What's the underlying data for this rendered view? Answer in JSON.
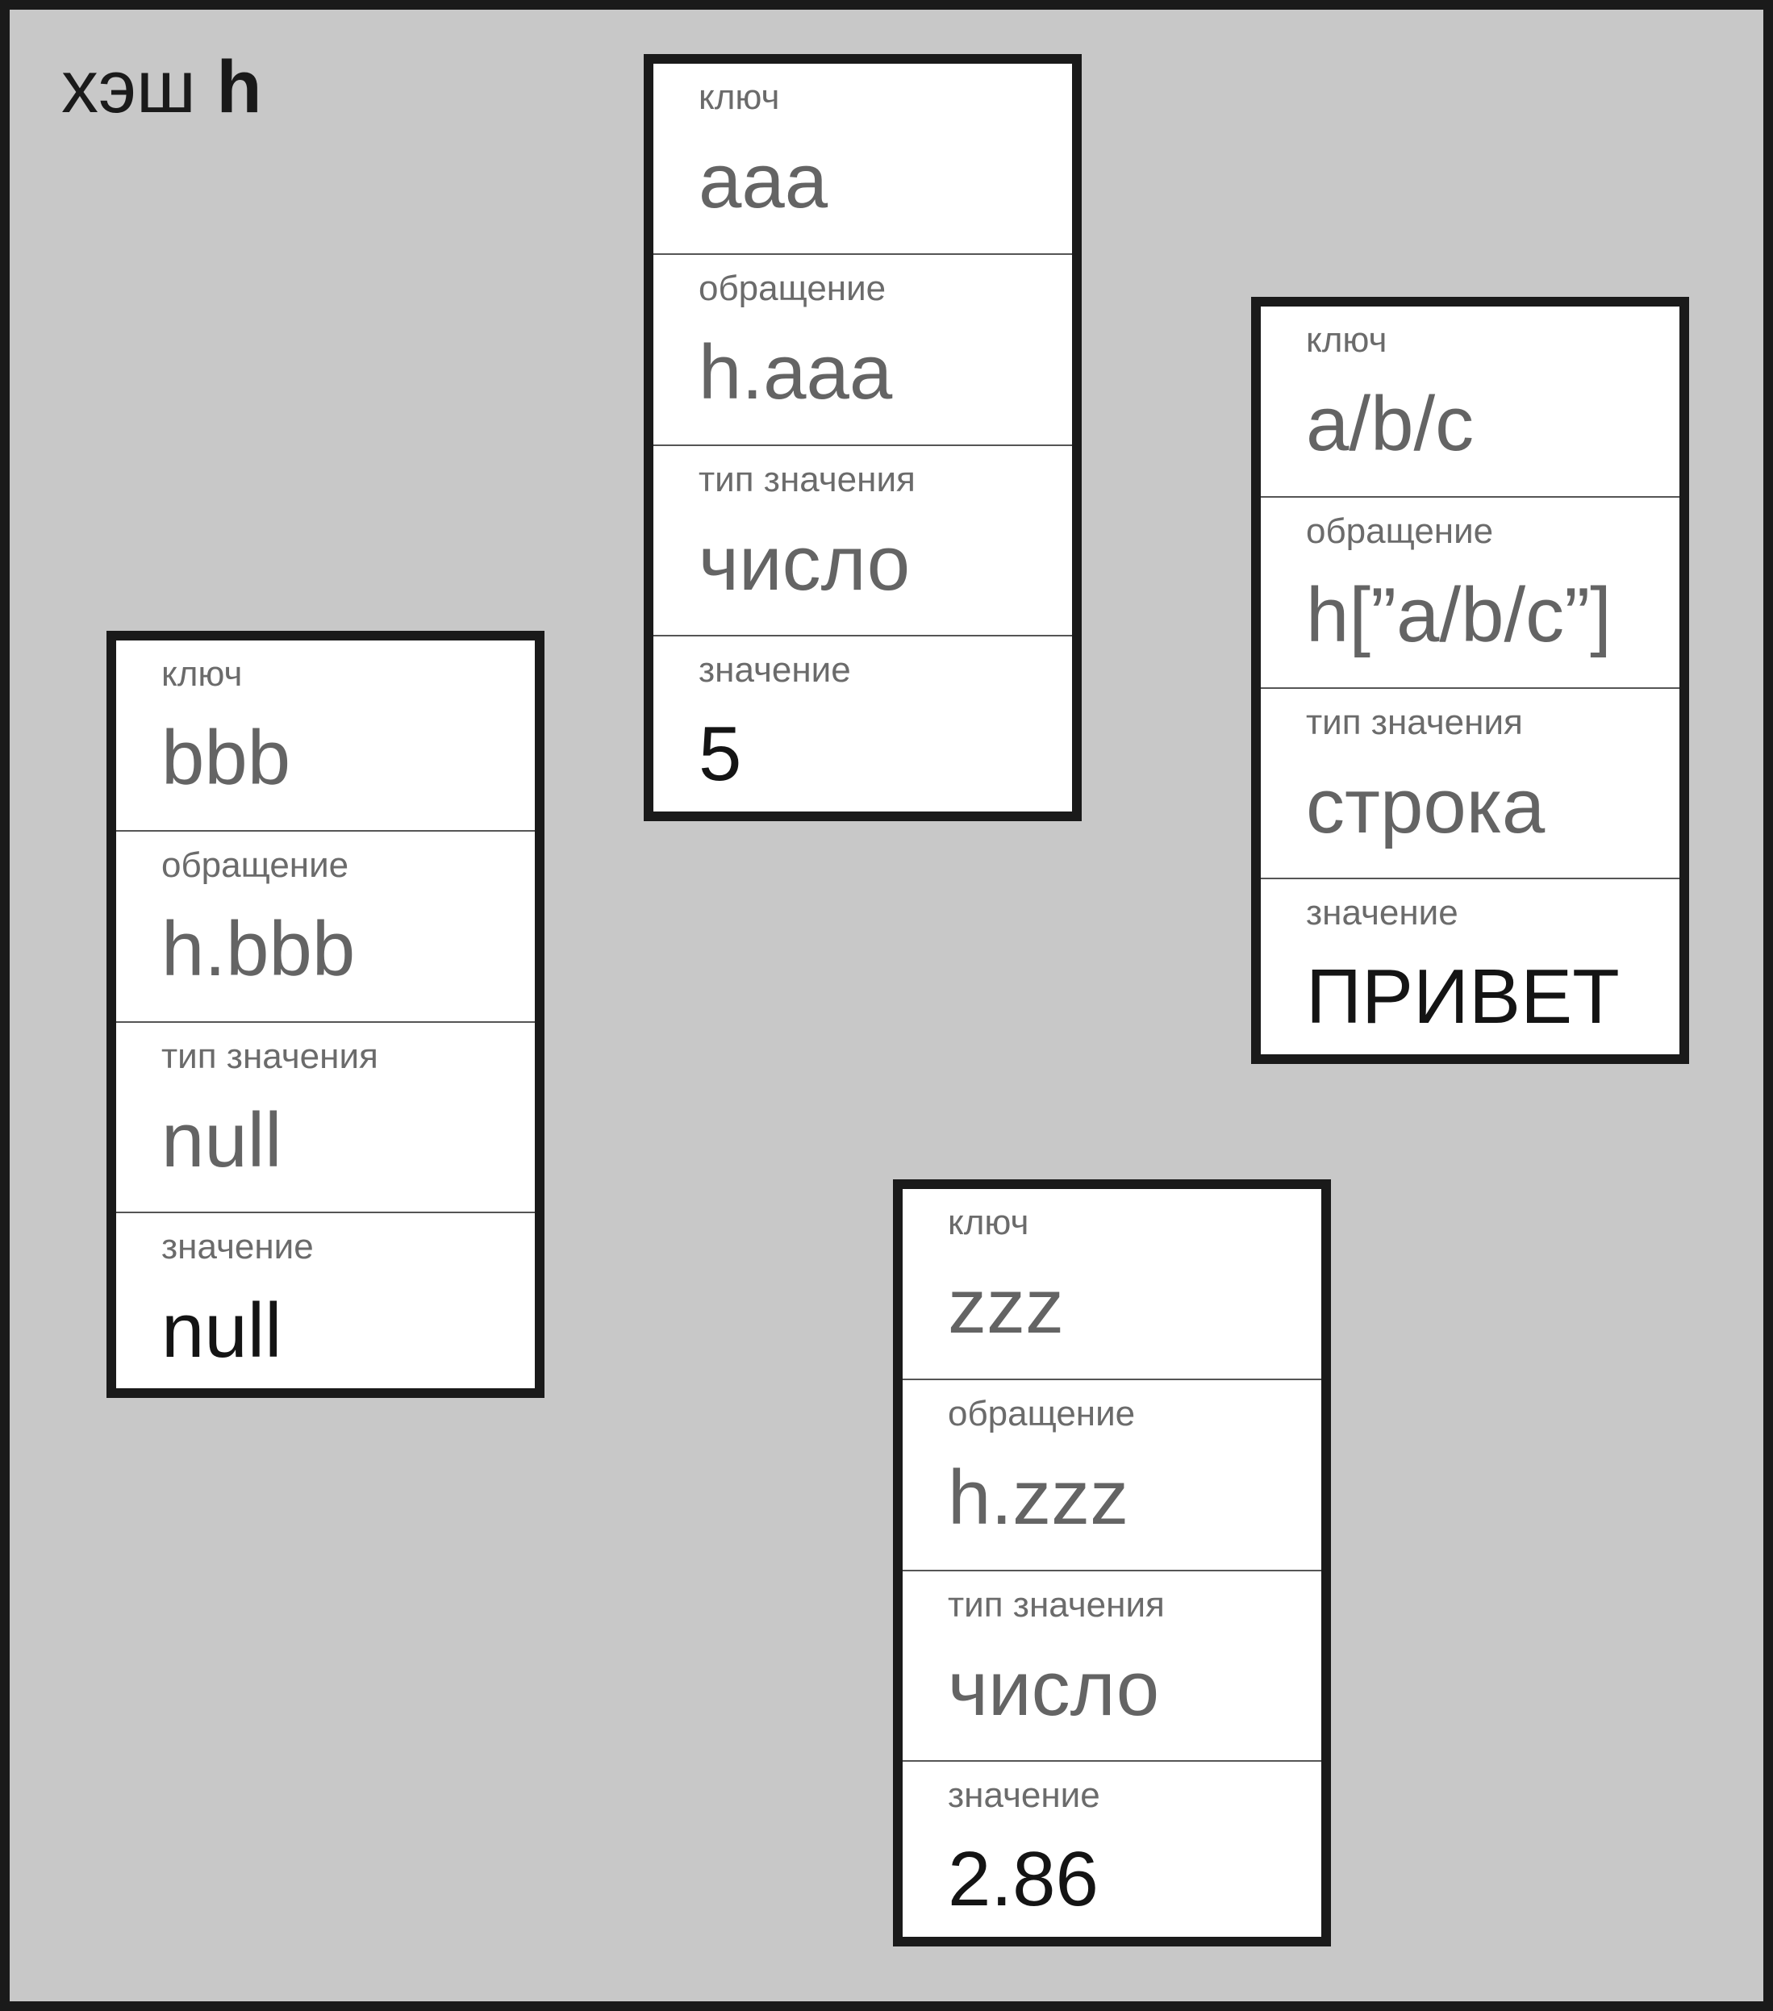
{
  "title": {
    "prefix": "хэш",
    "name": "h"
  },
  "labels": {
    "key": "ключ",
    "access": "обращение",
    "value_type": "тип значения",
    "value": "значение"
  },
  "entries": [
    {
      "key": "aaa",
      "access": "h.aaa",
      "value_type": "число",
      "value": "5"
    },
    {
      "key": "a/b/c",
      "access": "h[”a/b/c”]",
      "value_type": "строка",
      "value": "ПРИВЕТ"
    },
    {
      "key": "bbb",
      "access": "h.bbb",
      "value_type": "null",
      "value": "null"
    },
    {
      "key": "zzz",
      "access": "h.zzz",
      "value_type": "число",
      "value": "2.86"
    }
  ]
}
